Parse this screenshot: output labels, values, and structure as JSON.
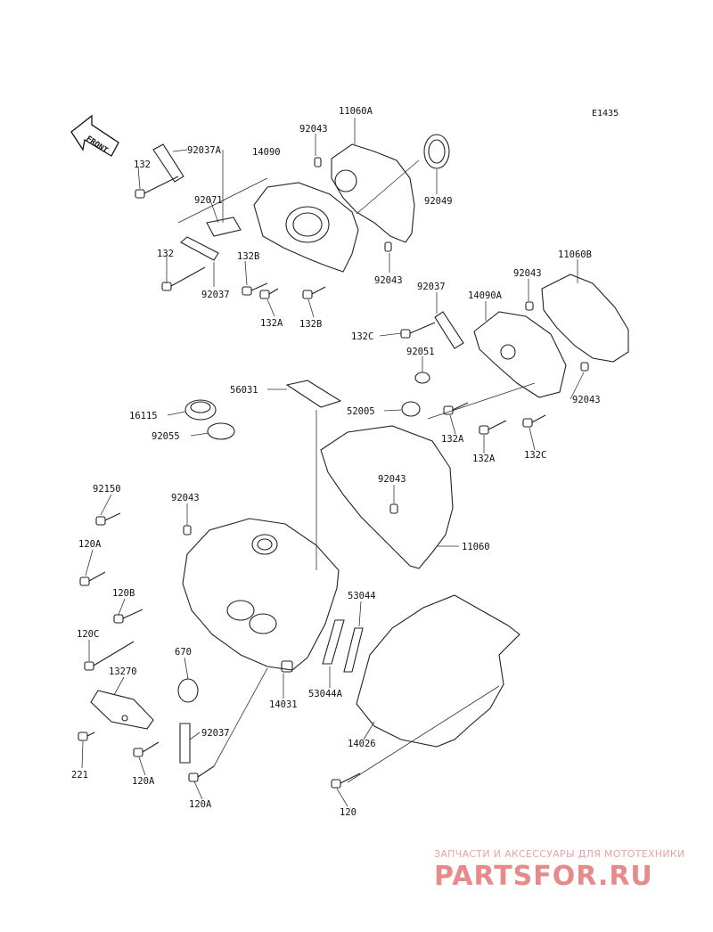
{
  "diagram_code": "E1435",
  "front_label": "FRONT",
  "watermark": {
    "tagline": "ЗАПЧАСТИ И АКСЕССУАРЫ ДЛЯ МОТОТЕХНИКИ",
    "site": "PARTSFOR.RU"
  },
  "part_labels": [
    "11060A",
    "92043",
    "14090",
    "92037A",
    "132",
    "92071",
    "92049",
    "132",
    "132B",
    "92037",
    "92043",
    "132A",
    "132B",
    "92043",
    "11060B",
    "92037",
    "14090A",
    "132C",
    "92051",
    "92043",
    "56031",
    "16115",
    "52005",
    "92055",
    "132A",
    "132A",
    "132C",
    "92150",
    "92043",
    "92043",
    "11060",
    "120A",
    "120B",
    "120C",
    "53044",
    "670",
    "13270",
    "53044A",
    "14031",
    "92037",
    "14026",
    "221",
    "120A",
    "120A",
    "120"
  ]
}
